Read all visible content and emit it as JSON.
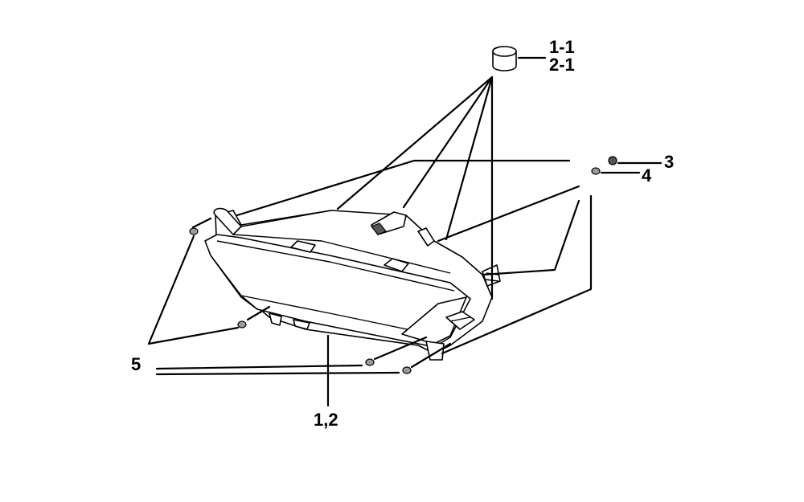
{
  "callouts": {
    "cap_a": "1-1",
    "cap_b": "2-1",
    "screw": "3",
    "washer": "4",
    "grommet": "5",
    "headlight": "1,2"
  },
  "colors": {
    "line": "#000000",
    "background": "#ffffff",
    "shade": "#9a9a9a"
  }
}
